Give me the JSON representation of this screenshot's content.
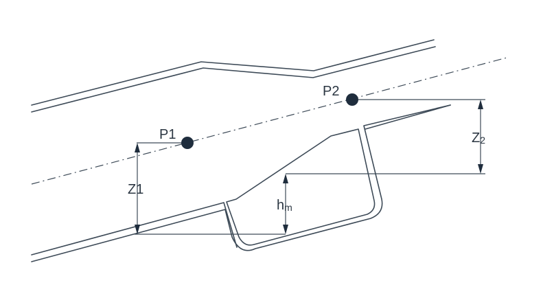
{
  "labels": {
    "p1": "P1",
    "p2": "P2",
    "z1": "Z1",
    "z2_main": "Z",
    "z2_sub": "2",
    "hm_main": "h",
    "hm_sub": "m"
  },
  "colors": {
    "line": "#3d4a57",
    "point": "#1f2d3d",
    "text": "#2b3642",
    "background": "#ffffff"
  }
}
